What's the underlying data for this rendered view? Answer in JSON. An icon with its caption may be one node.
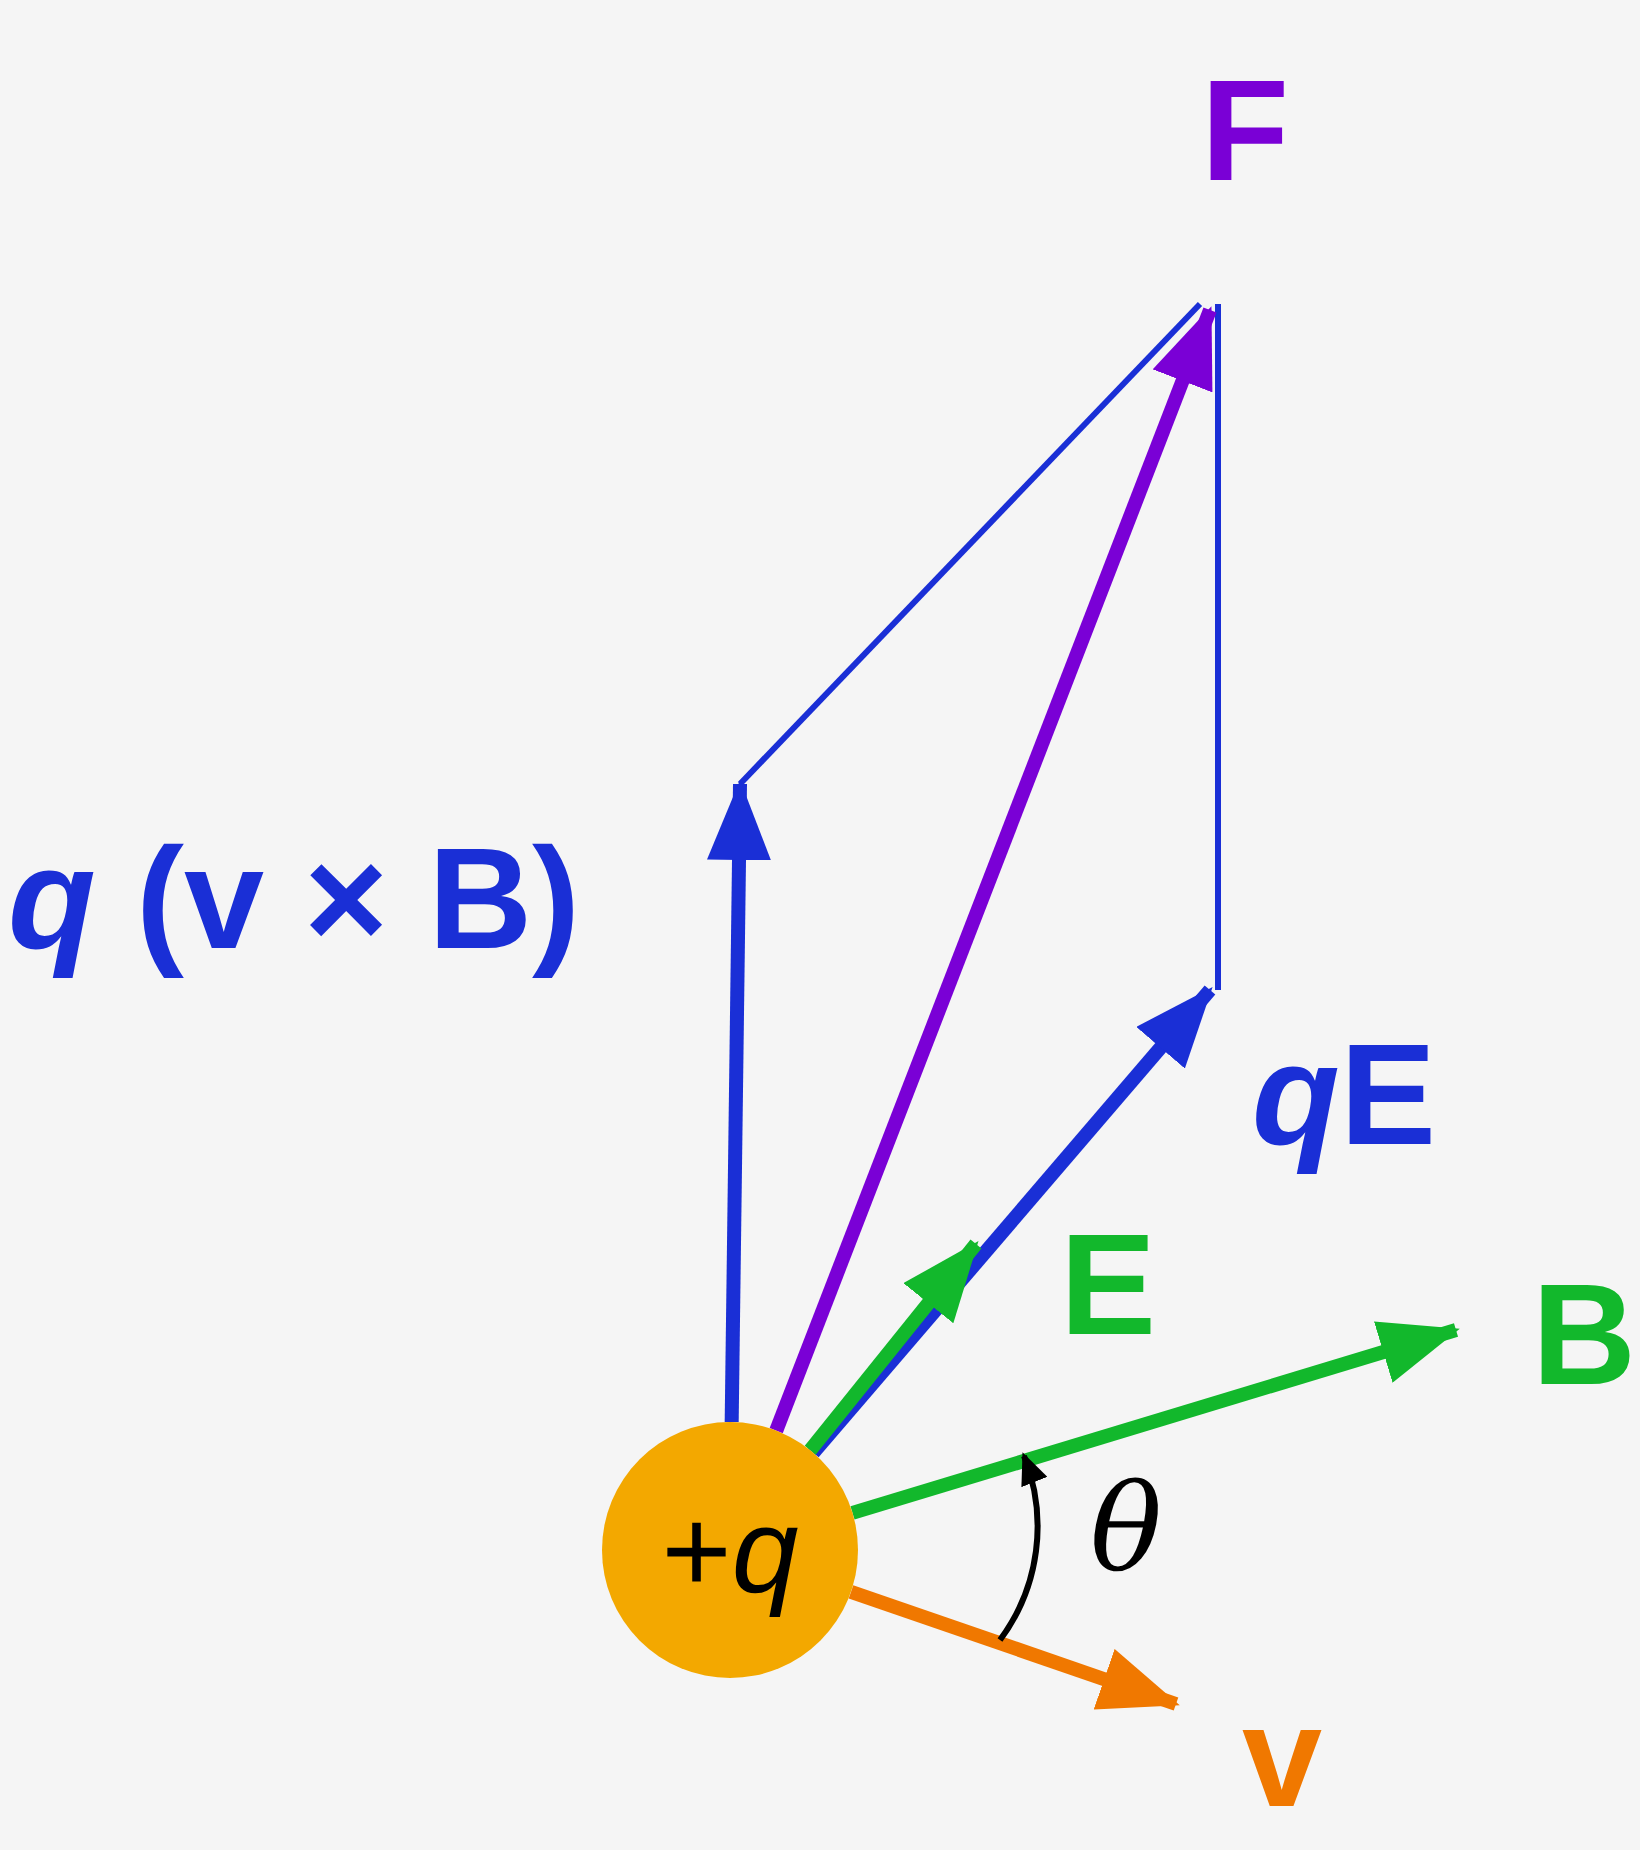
{
  "diagram": {
    "nodes": [
      {
        "text": [
          "+*q*"
        ]
      },
      {
        "text": [
          "*q* (v × B)"
        ]
      },
      {
        "text": [
          "F"
        ]
      },
      {
        "text": [
          "*q*",
          "E"
        ]
      },
      {
        "text": [
          "E"
        ]
      },
      {
        "text": [
          "B"
        ]
      },
      {
        "text": [
          "v"
        ]
      }
    ],
    "edges": [
      {
        "from": 0,
        "to": 1,
        "arrow": "to",
        "color": "#1a2fd6"
      },
      {
        "from": 0,
        "to": 3,
        "arrow": "to",
        "color": "#1a2fd6"
      },
      {
        "from": 0,
        "to": 2,
        "arrow": "to",
        "color": "#7a00d6"
      },
      {
        "from": 0,
        "to": 4,
        "arrow": "to",
        "color": "#12b82c"
      },
      {
        "from": 0,
        "to": 5,
        "arrow": "to",
        "color": "#12b82c"
      },
      {
        "from": 0,
        "to": 6,
        "arrow": "to",
        "color": "#f07800"
      }
    ],
    "labels": [
      "θ"
    ]
  }
}
